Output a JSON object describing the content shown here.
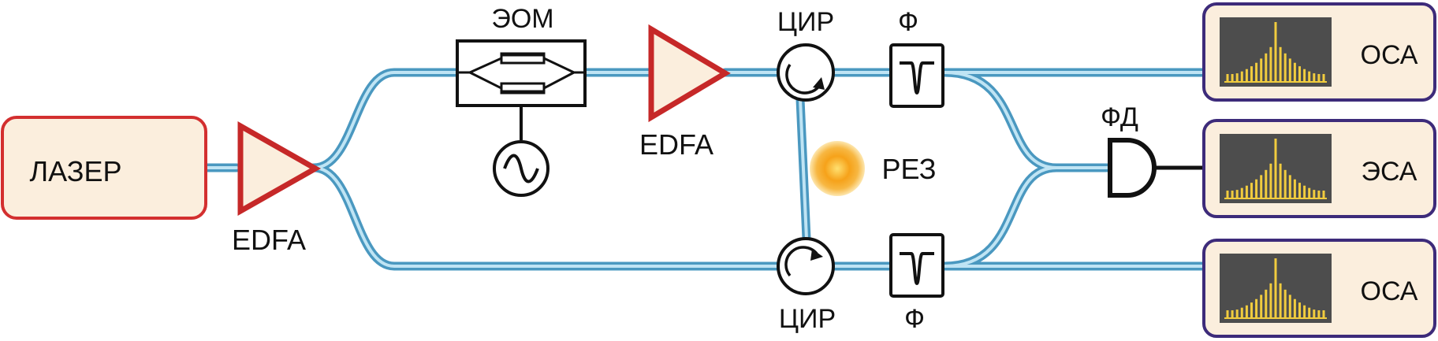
{
  "colors": {
    "fiber_outer": "#4a98c0",
    "fiber_inner": "#bfe4f4",
    "laser_border": "#d32f2f",
    "laser_fill": "#fbeedd",
    "amp_border": "#c62828",
    "amp_fill": "#fbeedd",
    "instrument_border": "#3d2b7a",
    "instrument_fill": "#fbeedd",
    "screen": "#4d4d4d",
    "spectrum": "#f1cc3e",
    "resonator": "#f6a21a"
  },
  "laser": {
    "label": "ЛАЗЕР"
  },
  "amplifier_1": {
    "label": "EDFA"
  },
  "amplifier_2": {
    "label": "EDFA"
  },
  "modulator": {
    "label": "ЭОМ"
  },
  "circulator_top": {
    "label": "ЦИР"
  },
  "circulator_bottom": {
    "label": "ЦИР"
  },
  "filter_top": {
    "label": "Ф"
  },
  "filter_bottom": {
    "label": "Ф"
  },
  "resonator": {
    "label": "РЕЗ"
  },
  "photodiode": {
    "label": "ФД"
  },
  "analyzer_top": {
    "label": "ОСА"
  },
  "analyzer_middle": {
    "label": "ЭСА"
  },
  "analyzer_bottom": {
    "label": "ОСА"
  },
  "icons": {
    "rf_source": "sine-wave-generator-icon",
    "circulator": "circular-arrow-icon",
    "filter": "notch-filter-icon",
    "spectrum": "spectrum-display-icon"
  }
}
